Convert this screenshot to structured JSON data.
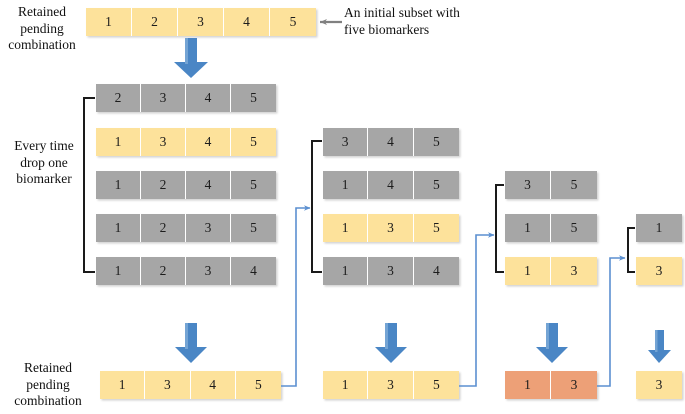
{
  "labels": {
    "retained_top": "Retained\npending\ncombination",
    "every_time": "Every time\ndrop one\nbiomarker",
    "retained_bottom": "Retained\npending\ncombination",
    "initial_note": "An initial subset with\nfive biomarkers"
  },
  "colors": {
    "grey": "#a6a6a6",
    "yellow": "#fde29b",
    "orange": "#eda077",
    "arrow_blue": "#4a86c5",
    "connector_blue": "#5b8fd0",
    "bracket_black": "#1a1a1a",
    "pointer_grey": "#808080"
  },
  "initial": {
    "cells": [
      "1",
      "2",
      "3",
      "4",
      "5"
    ],
    "color": "yellow"
  },
  "stages": [
    {
      "name": "stage-1",
      "candidates": [
        {
          "cells": [
            "2",
            "3",
            "4",
            "5"
          ],
          "color": "grey"
        },
        {
          "cells": [
            "1",
            "3",
            "4",
            "5"
          ],
          "color": "yellow"
        },
        {
          "cells": [
            "1",
            "2",
            "4",
            "5"
          ],
          "color": "grey"
        },
        {
          "cells": [
            "1",
            "2",
            "3",
            "5"
          ],
          "color": "grey"
        },
        {
          "cells": [
            "1",
            "2",
            "3",
            "4"
          ],
          "color": "grey"
        }
      ],
      "retained": {
        "cells": [
          "1",
          "3",
          "4",
          "5"
        ],
        "color": "yellow"
      }
    },
    {
      "name": "stage-2",
      "candidates": [
        {
          "cells": [
            "3",
            "4",
            "5"
          ],
          "color": "grey"
        },
        {
          "cells": [
            "1",
            "4",
            "5"
          ],
          "color": "grey"
        },
        {
          "cells": [
            "1",
            "3",
            "5"
          ],
          "color": "yellow"
        },
        {
          "cells": [
            "1",
            "3",
            "4"
          ],
          "color": "grey"
        }
      ],
      "retained": {
        "cells": [
          "1",
          "3",
          "5"
        ],
        "color": "yellow"
      }
    },
    {
      "name": "stage-3",
      "candidates": [
        {
          "cells": [
            "3",
            "5"
          ],
          "color": "grey"
        },
        {
          "cells": [
            "1",
            "5"
          ],
          "color": "grey"
        },
        {
          "cells": [
            "1",
            "3"
          ],
          "color": "yellow"
        }
      ],
      "retained": {
        "cells": [
          "1",
          "3"
        ],
        "color": "orange"
      }
    },
    {
      "name": "stage-4",
      "candidates": [
        {
          "cells": [
            "1"
          ],
          "color": "grey"
        },
        {
          "cells": [
            "3"
          ],
          "color": "yellow"
        }
      ],
      "retained": {
        "cells": [
          "3"
        ],
        "color": "yellow"
      }
    }
  ]
}
